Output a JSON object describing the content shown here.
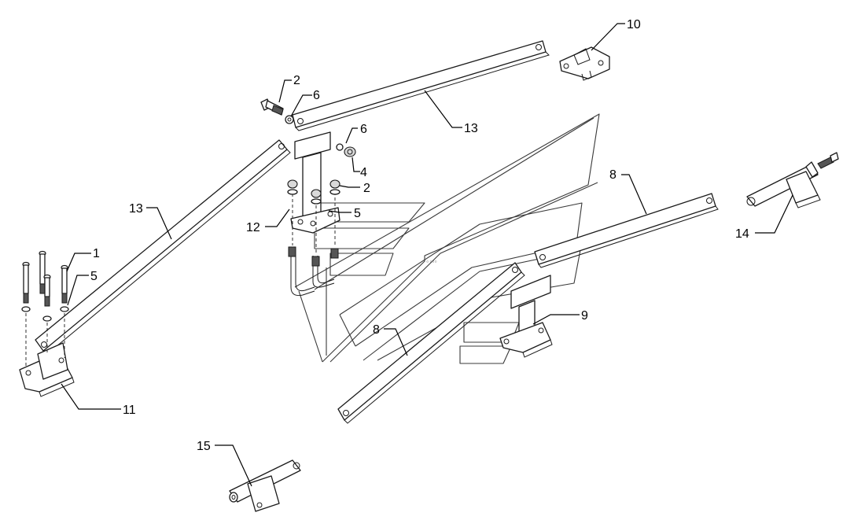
{
  "callouts": [
    {
      "id": "c1",
      "label": "1"
    },
    {
      "id": "c2a",
      "label": "2"
    },
    {
      "id": "c2b",
      "label": "2"
    },
    {
      "id": "c4",
      "label": "4"
    },
    {
      "id": "c5a",
      "label": "5"
    },
    {
      "id": "c5b",
      "label": "5"
    },
    {
      "id": "c6a",
      "label": "6"
    },
    {
      "id": "c6b",
      "label": "6"
    },
    {
      "id": "c8a",
      "label": "8"
    },
    {
      "id": "c8b",
      "label": "8"
    },
    {
      "id": "c9",
      "label": "9"
    },
    {
      "id": "c10",
      "label": "10"
    },
    {
      "id": "c11",
      "label": "11"
    },
    {
      "id": "c12",
      "label": "12"
    },
    {
      "id": "c13a",
      "label": "13"
    },
    {
      "id": "c13b",
      "label": "13"
    },
    {
      "id": "c14",
      "label": "14"
    },
    {
      "id": "c15",
      "label": "15"
    }
  ]
}
